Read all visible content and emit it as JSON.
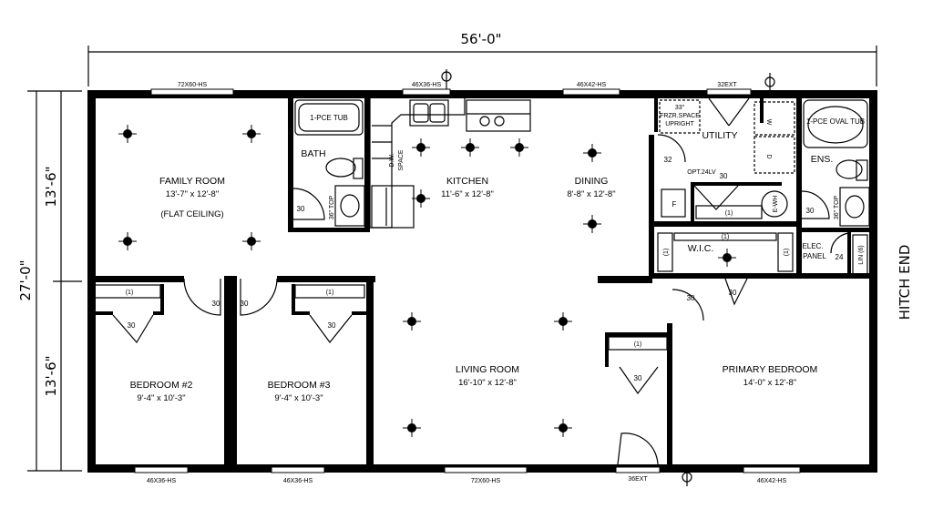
{
  "dimensions": {
    "overall_width": "56'-0\"",
    "overall_depth": "27'-0\"",
    "upper_depth": "13'-6\"",
    "lower_depth": "13'-6\"",
    "side_label": "HITCH END"
  },
  "rooms": {
    "family_room": {
      "name": "FAMILY ROOM",
      "size": "13'-7\" x 12'-8\"",
      "note": "(FLAT CEILING)"
    },
    "kitchen": {
      "name": "KITCHEN",
      "size": "11'-6\" x 12'-8\""
    },
    "dining": {
      "name": "DINING",
      "size": "8'-8\" x 12'-8\""
    },
    "living_room": {
      "name": "LIVING ROOM",
      "size": "16'-10\" x 12'-8\""
    },
    "bedroom2": {
      "name": "BEDROOM #2",
      "size": "9'-4\" x 10'-3\""
    },
    "bedroom3": {
      "name": "BEDROOM #3",
      "size": "9'-4\" x 10'-3\""
    },
    "primary_bedroom": {
      "name": "PRIMARY BEDROOM",
      "size": "14'-0\" x 12'-8\""
    },
    "bath": {
      "name": "BATH"
    },
    "utility": {
      "name": "UTILITY"
    },
    "wic": {
      "name": "W.I.C."
    },
    "ens": {
      "name": "ENS."
    },
    "elec_panel": {
      "line1": "ELEC.",
      "line2": "PANEL"
    }
  },
  "windows": {
    "w1": "72X60-HS",
    "w2": "46X36-HS",
    "w3": "46X42-HS",
    "w4": "46X36-HS",
    "w5": "46X36-HS",
    "w6": "72X60-HS",
    "w7": "46X42-HS"
  },
  "doors": {
    "ext_top": "32EXT",
    "ext_bottom": "36EXT",
    "d30": "30",
    "d32": "32",
    "d24": "24"
  },
  "fixtures": {
    "tub1": "1-PCE TUB",
    "tub2": "1-PCE OVAL TUB",
    "top1": "36\" TOP",
    "top2": "36\" TOP",
    "dw1": "D.W.",
    "dw2": "SPACE",
    "frzr1": "33\"",
    "frzr2": "FRZR.SPACE",
    "frzr3": "UPRIGHT",
    "opt": "OPT.24LV",
    "furnace": "F",
    "wh": "E-WH",
    "shelf": "(1)",
    "lin": "LIN (6)",
    "wash": "W",
    "dry": "D"
  }
}
